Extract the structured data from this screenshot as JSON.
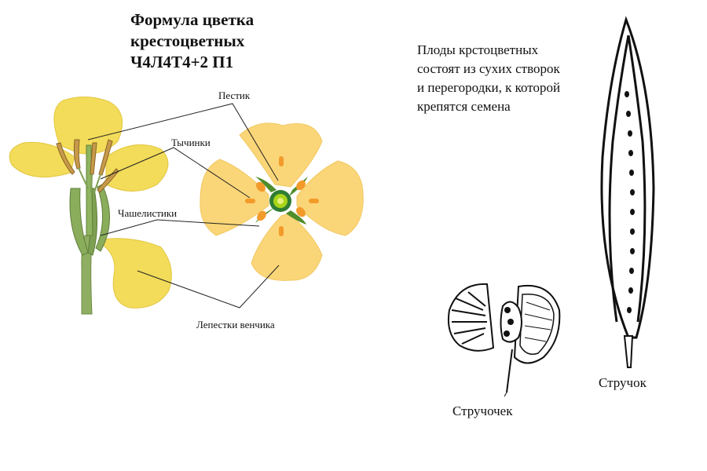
{
  "title": {
    "line1": "Формула цветка",
    "line2": "крестоцветных",
    "line3": "Ч4Л4Т4+2 П1"
  },
  "labels": {
    "pistil": "Пестик",
    "stamens": "Тычинки",
    "sepals": "Чашелистики",
    "petals": "Лепестки венчика"
  },
  "description": {
    "line1": "Плоды крстоцветных",
    "line2": "состоят из сухих створок",
    "line3": "и перегородки, к которой",
    "line4": "крепятся семена"
  },
  "captions": {
    "silicle": "Стручочек",
    "silique": "Стручок"
  },
  "colors": {
    "petal_side": "#f2dc5a",
    "petal_top": "#fad678",
    "stem": "#7fa05a",
    "anther": "#f39a2a",
    "center": "#a8d51a"
  }
}
